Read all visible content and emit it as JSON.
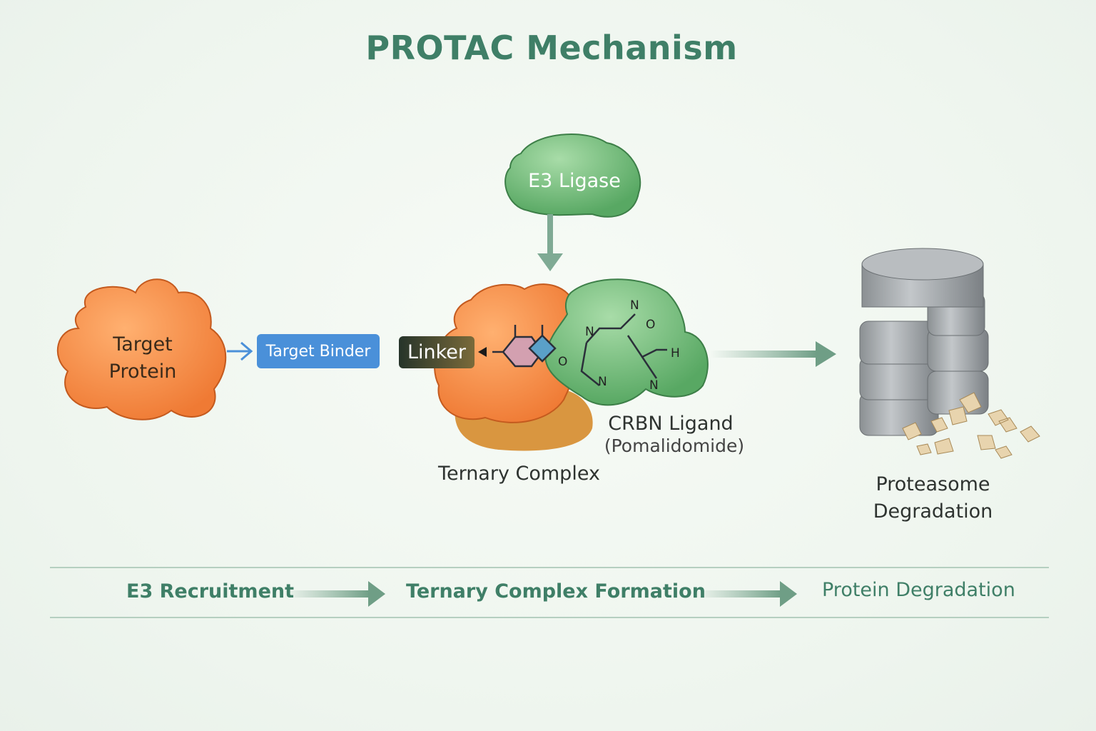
{
  "title": "PROTAC Mechanism",
  "nodes": {
    "target_protein": "Target Protein",
    "target_binder": "Target Binder",
    "linker": "Linker",
    "e3_ligase": "E3 Ligase",
    "ternary_complex": "Ternary Complex",
    "crbn_ligand": "CRBN Ligand",
    "crbn_ligand_sub": "(Pomalidomide)",
    "proteasome_line1": "Proteasome",
    "proteasome_line2": "Degradation"
  },
  "atoms": [
    "N",
    "N",
    "O",
    "O",
    "H",
    "N",
    "N"
  ],
  "steps": [
    "E3 Recruitment",
    "Ternary Complex Formation",
    "Protein Degradation"
  ],
  "colors": {
    "title": "#3f7f67",
    "target_protein": "#f5883f",
    "e3_ligase": "#5fae6a",
    "target_binder": "#4a90d9",
    "linker": "#3a4a36",
    "arrow": "#7faa94",
    "proteasome": "#9ea3a6"
  }
}
